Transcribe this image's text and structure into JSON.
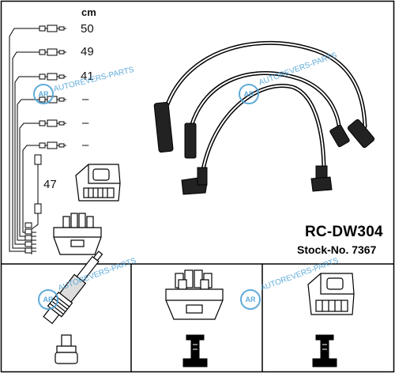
{
  "unit_label": "cm",
  "lengths": [
    "50",
    "49",
    "41",
    "–",
    "–",
    "–",
    "47"
  ],
  "model": "RC-DW304",
  "stock_number": "Stock-No. 7367",
  "watermark_text": "AUTOREVERS-PARTS",
  "watermark_logo": "AR",
  "colors": {
    "line": "#000000",
    "watermark": "#4fa3d6",
    "background": "#ffffff"
  },
  "icons": [
    "spark-plug-icon",
    "distributor-cap-icon",
    "ignition-coil-icon",
    "plug-terminal-icon",
    "cap-terminal-icon",
    "coil-terminal-icon"
  ]
}
